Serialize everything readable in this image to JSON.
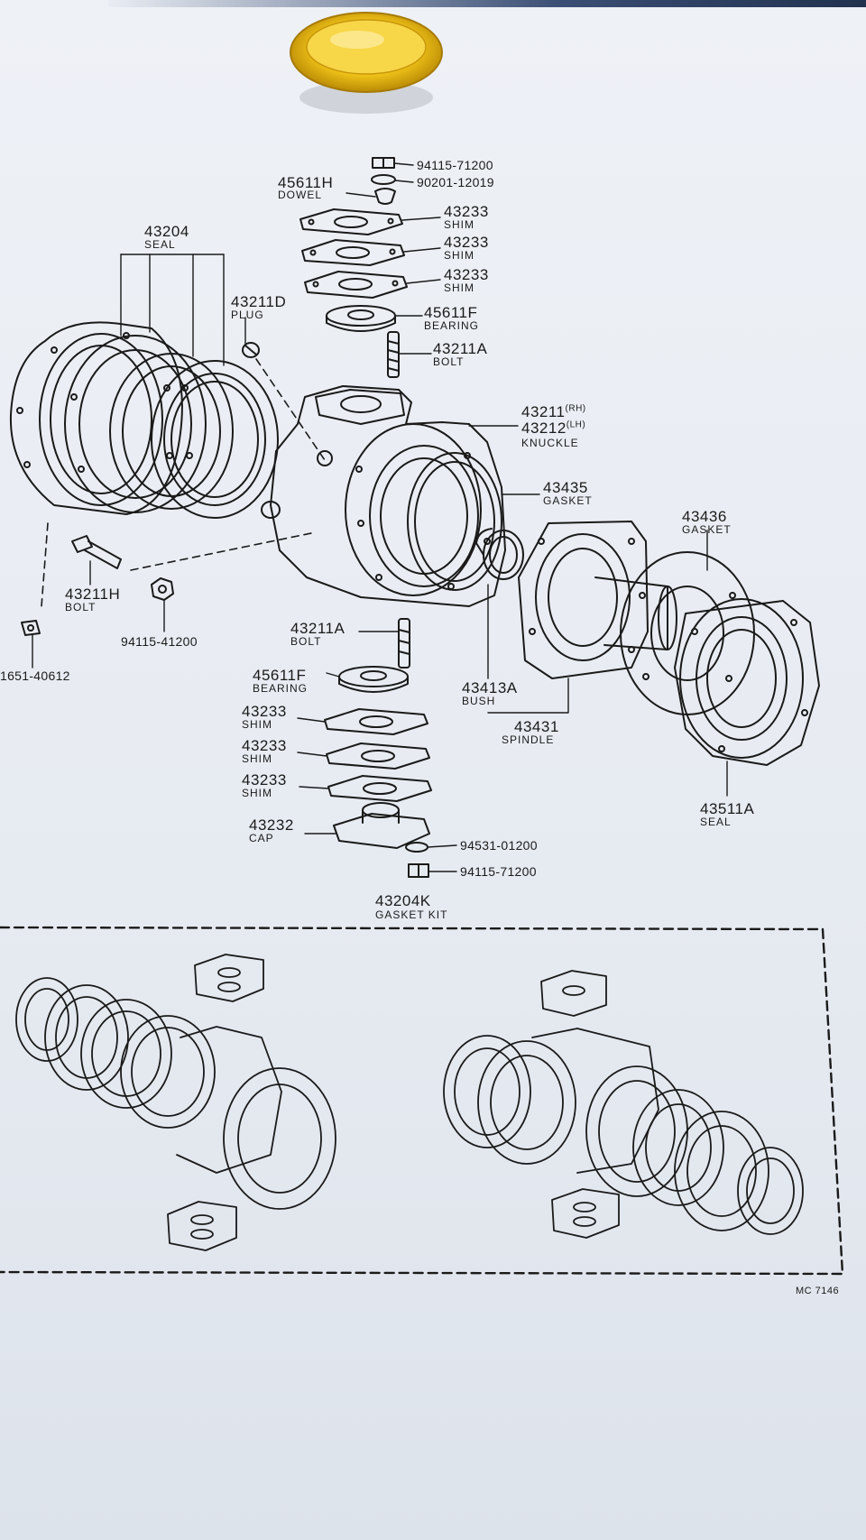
{
  "parts": {
    "nut_top": "94115-71200",
    "washer_top": "90201-12019",
    "dowel": {
      "number": "45611H",
      "name": "DOWEL"
    },
    "shim_1": {
      "number": "43233",
      "name": "SHIM"
    },
    "shim_2": {
      "number": "43233",
      "name": "SHIM"
    },
    "shim_3": {
      "number": "43233",
      "name": "SHIM"
    },
    "bearing_top": {
      "number": "45611F",
      "name": "BEARING"
    },
    "bolt_top": {
      "number": "43211A",
      "name": "BOLT"
    },
    "seal": {
      "number": "43204",
      "name": "SEAL"
    },
    "plug": {
      "number": "43211D",
      "name": "PLUG"
    },
    "knuckle": {
      "number_rh": "43211",
      "rh": "(RH)",
      "number_lh": "43212",
      "lh": "(LH)",
      "name": "KNUCKLE"
    },
    "gasket_1": {
      "number": "43435",
      "name": "GASKET"
    },
    "gasket_2": {
      "number": "43436",
      "name": "GASKET"
    },
    "bolt_side": {
      "number": "43211H",
      "name": "BOLT"
    },
    "nut_side": "94115-41200",
    "fitting": "1651-40612",
    "bolt_bottom": {
      "number": "43211A",
      "name": "BOLT"
    },
    "bearing_bottom": {
      "number": "45611F",
      "name": "BEARING"
    },
    "shim_4": {
      "number": "43233",
      "name": "SHIM"
    },
    "shim_5": {
      "number": "43233",
      "name": "SHIM"
    },
    "shim_6": {
      "number": "43233",
      "name": "SHIM"
    },
    "cap": {
      "number": "43232",
      "name": "CAP"
    },
    "washer_bottom": "94531-01200",
    "nut_bottom": "94115-71200",
    "bush": {
      "number": "43413A",
      "name": "BUSH"
    },
    "spindle": {
      "number": "43431",
      "name": "SPINDLE"
    },
    "seal_outer": {
      "number": "43511A",
      "name": "SEAL"
    },
    "gasket_kit": {
      "number": "43204K",
      "name": "GASKET KIT"
    }
  },
  "figure_ref": "MC 7146",
  "colors": {
    "ink": "#1a1a1a",
    "paper": "#e9edf3",
    "amber_button": "#f2c51a"
  }
}
